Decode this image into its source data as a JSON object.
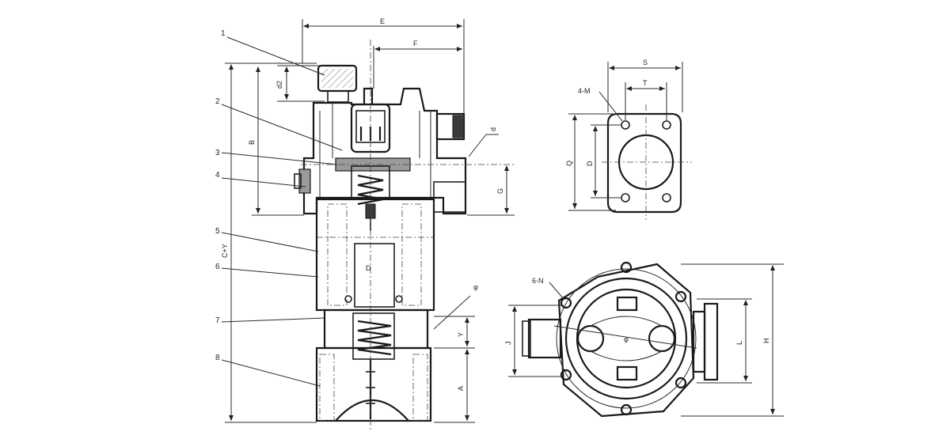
{
  "part_numbers": [
    "1",
    "2",
    "3",
    "4",
    "5",
    "6",
    "7",
    "8"
  ],
  "dimension_labels": {
    "E": "E",
    "F": "F",
    "d2": "d2",
    "B": "B",
    "C_plus_Y": "C+Y",
    "G": "G",
    "d_right": "d",
    "D": "D",
    "phi": "φ",
    "Y": "Y",
    "A": "A",
    "S": "S",
    "T": "T",
    "M4": "4-M",
    "Q": "Q",
    "D_flange": "D",
    "N6": "6-N",
    "J": "J",
    "L": "L",
    "H": "H",
    "phi_center": "φ"
  }
}
